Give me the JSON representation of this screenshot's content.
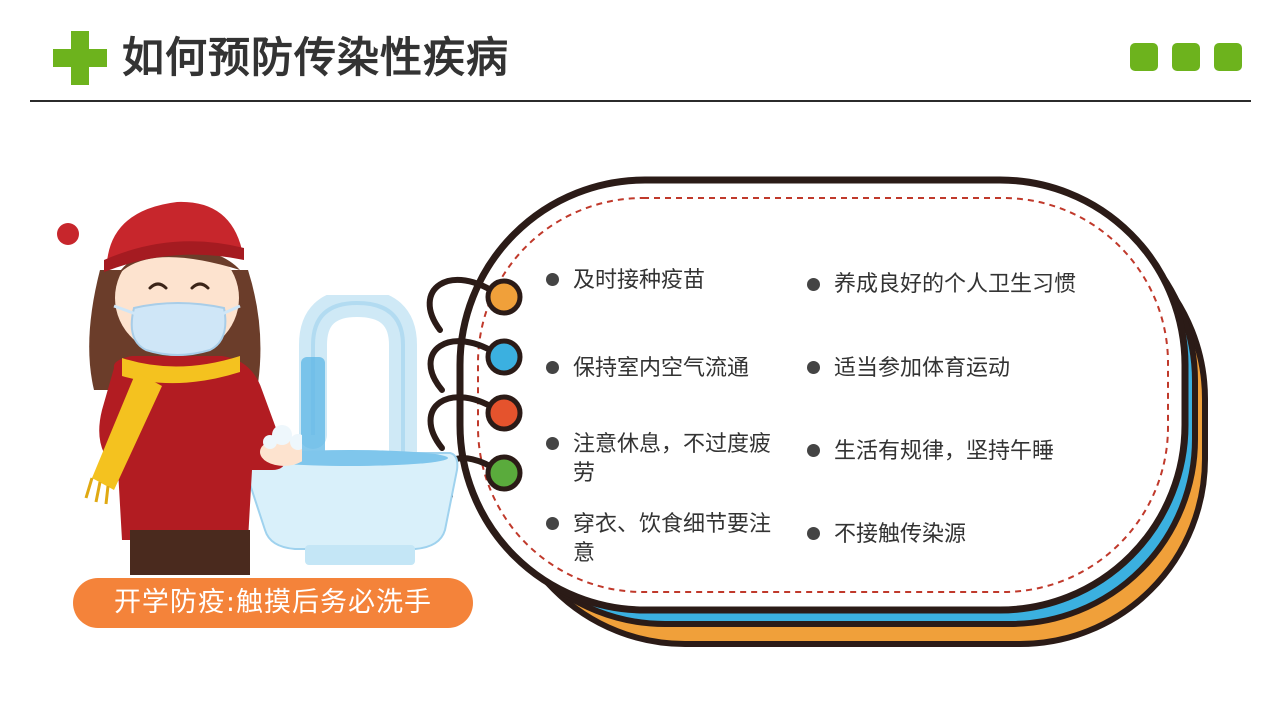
{
  "header": {
    "title": "如何预防传染性疾病"
  },
  "colors": {
    "accent_green": "#6db31d",
    "badge_orange": "#f4833a",
    "card_orange": "#f0a03a",
    "card_blue": "#3bb0e0",
    "ring_orange": "#f0a03a",
    "ring_blue": "#3bb0e0",
    "ring_red": "#e5532d",
    "ring_green": "#5aab3c",
    "dashed_red": "#c0392b"
  },
  "tips": {
    "left": [
      {
        "text": "及时接种疫苗"
      },
      {
        "text": "保持室内空气流通"
      },
      {
        "text_line1": "注意休息，不过度疲",
        "text_line2": "劳"
      },
      {
        "text_line1": "穿衣、饮食细节要注",
        "text_line2": "意"
      }
    ],
    "right": [
      {
        "text": "养成良好的个人卫生习惯"
      },
      {
        "text": "适当参加体育运动"
      },
      {
        "text": "生活有规律，坚持午睡"
      },
      {
        "text": "不接触传染源"
      }
    ]
  },
  "illustration": {
    "caption": "开学防疫:触摸后务必洗手",
    "icons": [
      "girl-with-mask-icon",
      "faucet-icon",
      "sink-icon"
    ]
  }
}
